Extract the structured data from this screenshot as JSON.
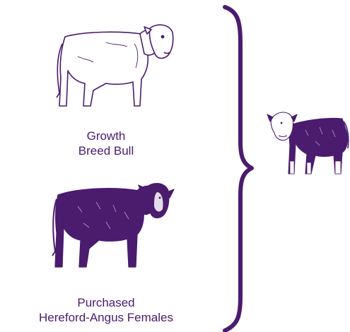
{
  "colors": {
    "accent": "#4b1b6e",
    "background": "#ffffff"
  },
  "icons": {
    "bull": "growth-breed-bull-icon",
    "female": "hereford-angus-female-icon",
    "offspring": "crossbred-calf-icon",
    "brace": "curly-brace-icon"
  },
  "bull": {
    "line1": "Growth",
    "line2": "Breed Bull"
  },
  "female": {
    "line1": "Purchased",
    "line2": "Hereford-Angus Females"
  }
}
